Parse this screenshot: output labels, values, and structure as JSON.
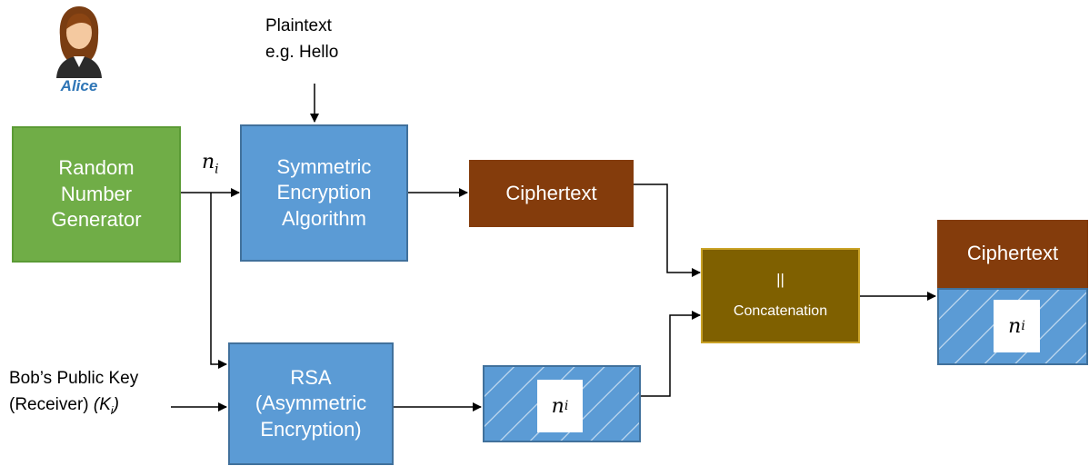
{
  "actor": {
    "name": "Alice"
  },
  "plaintext": {
    "line1": "Plaintext",
    "line2": "e.g. Hello"
  },
  "rng": {
    "line1": "Random",
    "line2": "Number",
    "line3": "Generator"
  },
  "nonce": {
    "base": "n",
    "subscript": "i"
  },
  "symmetric": {
    "line1": "Symmetric",
    "line2": "Encryption",
    "line3": "Algorithm"
  },
  "ciphertext_label": "Ciphertext",
  "concat": {
    "symbol": "||",
    "label": "Concatenation"
  },
  "output_ciphertext_label": "Ciphertext",
  "bob_key": {
    "line1": "Bob’s Public Key",
    "line2_prefix": "(Receiver) ",
    "key_base": "(K",
    "key_sub": "i",
    "key_close": ")"
  },
  "rsa": {
    "line1": "RSA",
    "line2": "(Asymmetric",
    "line3": "Encryption)"
  },
  "colors": {
    "rng": "#70ad47",
    "process": "#5b9bd5",
    "ciphertext": "#843c0c",
    "concatenation": "#7f6000",
    "arrow": "#000000"
  }
}
